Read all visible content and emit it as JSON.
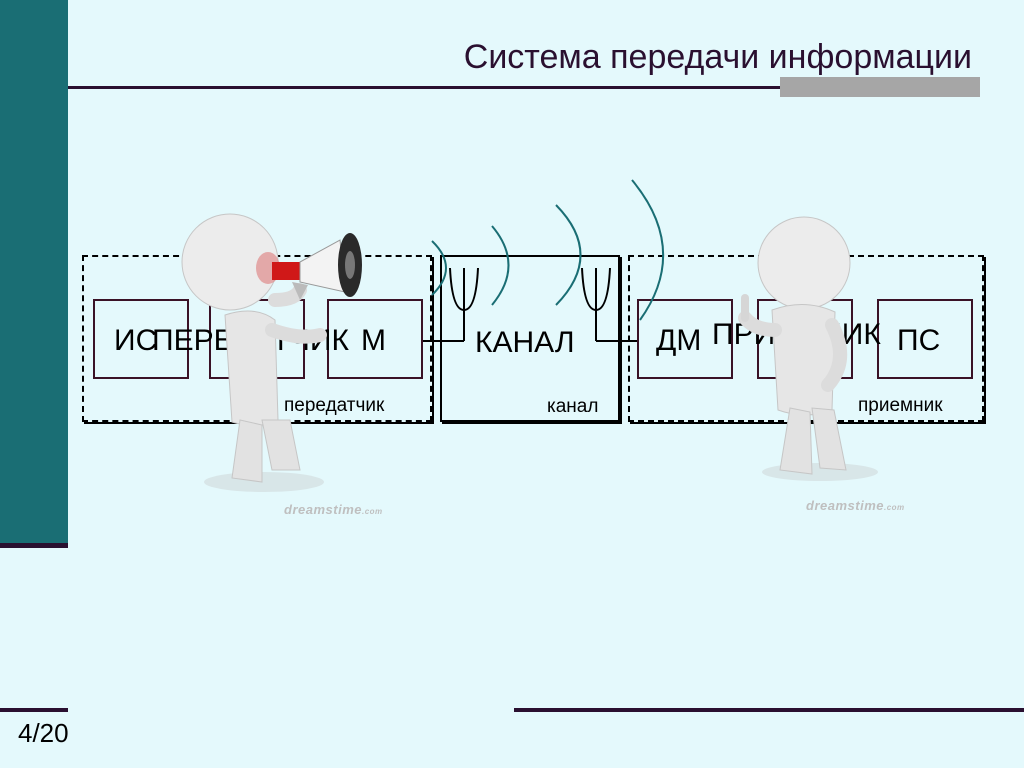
{
  "slide": {
    "title": "Система передачи информации",
    "page_number": "4/20"
  },
  "transmitter": {
    "label": "передатчик",
    "source_text": "ИС",
    "center_text": "ПЕРЕДАТЧИК",
    "modulator_text": "М"
  },
  "channel": {
    "label": "канал",
    "text": "КАНАЛ"
  },
  "receiver": {
    "label": "приемник",
    "demodulator_text": "ДМ",
    "center_text": "ПРИЕМНИК",
    "sink_text": "ПС"
  },
  "watermarks": {
    "brand": "dreamstime",
    "suffix": ".com"
  },
  "colors": {
    "background": "#e4f9fc",
    "sidebar": "#1a6e74",
    "rules": "#2a1030",
    "wave": "#1a6e74",
    "megaphone": "#d01818"
  }
}
